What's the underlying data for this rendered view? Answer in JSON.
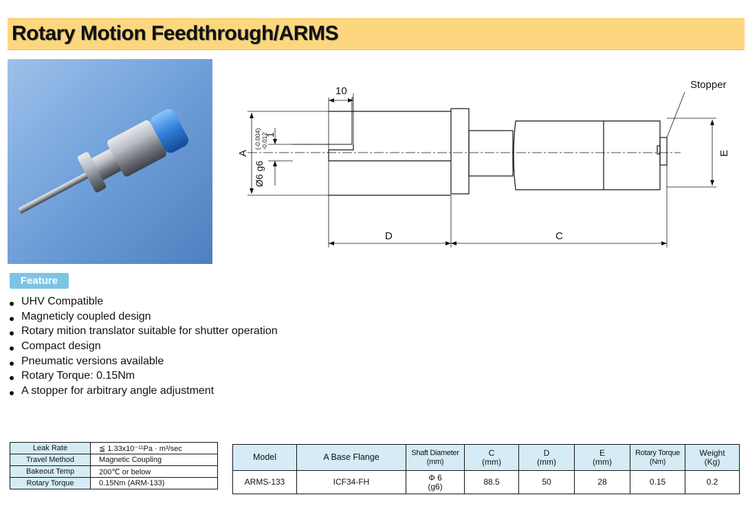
{
  "title": "Rotary Motion Feedthrough/ARMS",
  "feature_label": "Feature",
  "features": [
    "UHV Compatible",
    "Magneticly coupled design",
    "Rotary mition translator suitable for shutter operation",
    "Compact design",
    "Pneumatic versions available",
    "Rotary Torque: 0.15Nm",
    "A  stopper for arbitrary angle adjustment"
  ],
  "drawing": {
    "stopper": "Stopper",
    "dim_10": "10",
    "dim_1": "1",
    "dim_A": "A",
    "dim_D": "D",
    "dim_C": "C",
    "dim_E": "E",
    "shaft_dia": "Ø6 g6",
    "tol_upper": "(-0.004)",
    "tol_lower": "-0.012"
  },
  "specs": [
    {
      "label": "Leak Rate",
      "value": "≦ 1.33x10⁻¹¹Pa · m³/sec"
    },
    {
      "label": "Travel Method",
      "value": "Magnetic Coupling"
    },
    {
      "label": "Bakeout Temp",
      "value": "200℃ or below"
    },
    {
      "label": "Rotary Torque",
      "value": "0.15Nm  (ARM-133)"
    }
  ],
  "model_table": {
    "headers": {
      "model": "Model",
      "flange": "A Base Flange",
      "shaft_1": "Shaft Diameter",
      "shaft_2": "(mm)",
      "c_1": "C",
      "c_2": "(mm)",
      "d_1": "D",
      "d_2": "(mm)",
      "e_1": "E",
      "e_2": "(mm)",
      "torque_1": "Rotary Torque",
      "torque_2": "(Nm)",
      "weight_1": "Weight",
      "weight_2": "(Kg)"
    },
    "row": {
      "model": "ARMS-133",
      "flange": "ICF34-FH",
      "shaft_1": "Φ 6",
      "shaft_2": "(g6)",
      "c": "88.5",
      "d": "50",
      "e": "28",
      "torque": "0.15",
      "weight": "0.2"
    }
  },
  "colors": {
    "title_bg": "#fcd77f",
    "feature_bg": "#7cc4e6",
    "table_header_bg": "#d5ecf6",
    "photo_bg": "#5b8fcf",
    "knob_blue": "#2e7ed8"
  }
}
